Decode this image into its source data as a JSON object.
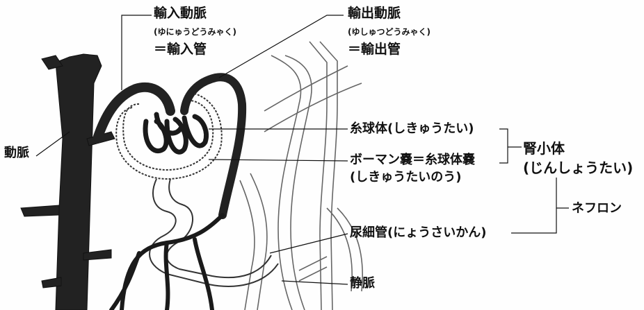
{
  "labels": {
    "afferent_title": "輸入動脈",
    "afferent_reading": "(ゆにゅうどうみゃく)",
    "afferent_alias": "＝輸入管",
    "efferent_title": "輸出動脈",
    "efferent_reading": "(ゆしゅつどうみゃく)",
    "efferent_alias": "＝輸出管",
    "artery": "動脈",
    "glomerulus": "糸球体(しきゅうたい)",
    "bowman_capsule": "ボーマン嚢＝糸球体嚢",
    "bowman_reading": "(しきゅうたいのう)",
    "renal_corpuscle": "腎小体",
    "renal_corpuscle_reading": "(じんしょうたい)",
    "nephron": "ネフロン",
    "renal_tubule": "尿細管(にょうさいかん)",
    "vein": "静脈"
  }
}
